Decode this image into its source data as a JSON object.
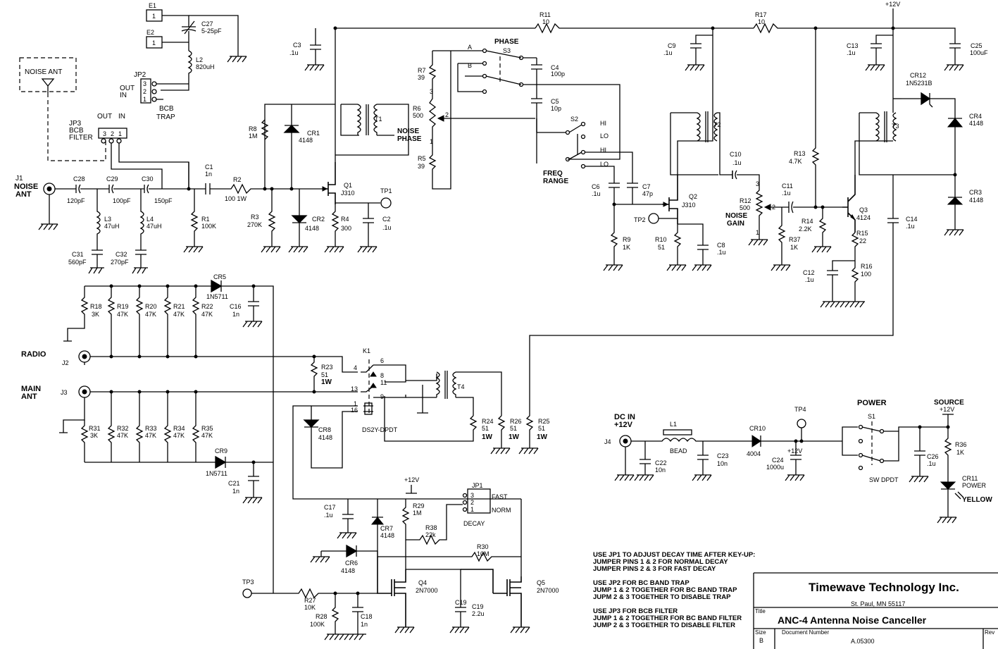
{
  "title_block": {
    "company": "Timewave Technology Inc.",
    "city": "St. Paul, MN 55117",
    "title_label": "Title",
    "title": "ANC-4 Antenna Noise Canceller",
    "size_label": "Size",
    "size": "B",
    "docnum_label": "Document Number",
    "docnum": "A.05300",
    "rev_label": "Rev"
  },
  "notes": [
    "USE JP1 TO ADJUST DECAY TIME AFTER KEY-UP:",
    "JUMPER PINS 1 & 2 FOR NORMAL DECAY",
    "JUMPER PINS 2 & 3 FOR FAST DECAY",
    "USE JP2 FOR BC BAND TRAP",
    "JUMP 1 & 2 TOGETHER FOR BC BAND TRAP",
    "JUPM 2 & 3 TOGETHER TO DISABLE TRAP",
    "USE JP3 FOR BCB FILTER",
    "JUMP 1 & 2 TOGETHER FOR BC BAND FILTER",
    "JUMP 2 & 3 TOGETHER TO DISABLE FILTER"
  ],
  "labels": {
    "noise_ant_box": "NOISE ANT",
    "j1_name": "J1",
    "j1_title": "NOISE",
    "j1_title2": "ANT",
    "jp3_name": "JP3",
    "jp3_t1": "BCB",
    "jp3_t2": "FILTER",
    "jp3_out": "OUT",
    "jp3_in": "IN",
    "jp2_name": "JP2",
    "jp2_out": "OUT",
    "jp2_in": "IN",
    "jp2_t1": "BCB",
    "jp2_t2": "TRAP",
    "e1": "E1",
    "e2": "E2",
    "one": "1",
    "c27": "C27",
    "c27v": "5-25pF",
    "l2": "L2",
    "l2v": "820uH",
    "c1": "C1",
    "c1v": "1n",
    "r2": "R2",
    "r2v": "100 1W",
    "r1": "R1",
    "r1v": "100K",
    "r8": "R8",
    "r8v": "1M",
    "cr1": "CR1",
    "cr1v": "4148",
    "r3": "R3",
    "r3v": "270K",
    "cr2": "CR2",
    "cr2v": "4148",
    "r4": "R4",
    "r4v": "300",
    "q1": "Q1",
    "q1v": "J310",
    "tp1": "TP1",
    "c2": "C2",
    "c2v": ".1u",
    "c3": "C3",
    "c3v": ".1u",
    "t1": "T1",
    "r11": "R11",
    "r11v": "10",
    "phase": "PHASE",
    "s3": "S3",
    "r7": "R7",
    "r7v": "39",
    "r6": "R6",
    "r6v": "500",
    "r5": "R5",
    "r5v": "39",
    "noise_phase1": "NOISE",
    "noise_phase2": "PHASE",
    "c4": "C4",
    "c4v": "100p",
    "c5": "C5",
    "c5v": "10p",
    "s2": "S2",
    "hi": "HI",
    "lo": "LO",
    "freq1": "FREQ",
    "freq2": "RANGE",
    "c6": "C6",
    "c6v": ".1u",
    "c7": "C7",
    "c7v": "47p",
    "r9": "R9",
    "r9v": "1K",
    "tp2": "TP2",
    "r10": "R10",
    "r10v": "51",
    "c8": "C8",
    "c8v": ".1u",
    "q2": "Q2",
    "q2v": "J310",
    "t2": "T2",
    "c9": "C9",
    "c9v": ".1u",
    "r17": "R17",
    "r17v": "10",
    "c10": "C10",
    "c10v": ".1u",
    "r12": "R12",
    "r12v": "500",
    "noise_gain1": "NOISE",
    "noise_gain2": "GAIN",
    "r37": "R37",
    "r37v": "1K",
    "c11": "C11",
    "c11v": ".1u",
    "r13": "R13",
    "r13v": "4.7K",
    "r14": "R14",
    "r14v": "2.2K",
    "q3": "Q3",
    "q3v": "4124",
    "r15": "R15",
    "r15v": "22",
    "c12": "C12",
    "c12v": ".1u",
    "r16": "R16",
    "r16v": "100",
    "t3": "T3",
    "c13": "C13",
    "c13v": ".1u",
    "plus12": "+12V",
    "c25": "C25",
    "c25v": "100uF",
    "cr12": "CR12",
    "cr12v": "1N5231B",
    "cr4": "CR4",
    "cr4v": "4148",
    "cr3": "CR3",
    "cr3v": "4148",
    "c14": "C14",
    "c14v": ".1u",
    "c28": "C28",
    "c28v": "120pF",
    "c29": "C29",
    "c29v": "100pF",
    "c30": "C30",
    "c30v": "150pF",
    "l3": "L3",
    "l3v": "47uH",
    "l4": "L4",
    "l4v": "47uH",
    "c31": "C31",
    "c31v": "560pF",
    "c32": "C32",
    "c32v": "270pF",
    "cr5": "CR5",
    "cr5v": "1N5711",
    "c16": "C16",
    "c16v": "1n",
    "radio": "RADIO",
    "j2": "J2",
    "main1": "MAIN",
    "main2": "ANT",
    "j3": "J3",
    "r18": "R18",
    "r18v": "3K",
    "r19": "R19",
    "r19v": "47K",
    "r20": "R20",
    "r20v": "47K",
    "r21": "R21",
    "r21v": "47K",
    "r22": "R22",
    "r22v": "47K",
    "r31": "R31",
    "r31v": "3K",
    "r32": "R32",
    "r32v": "47K",
    "r33": "R33",
    "r33v": "47K",
    "r34": "R34",
    "r34v": "47K",
    "r35": "R35",
    "r35v": "47K",
    "cr9": "CR9",
    "cr9v": "1N5711",
    "c21": "C21",
    "c21v": "1n",
    "k1": "K1",
    "r23": "R23",
    "r23v": "51",
    "r23w": "1W",
    "pin4": "4",
    "pin6": "6",
    "pin8": "8",
    "pin11": "11",
    "pin13": "13",
    "pin9": "9",
    "pin1": "1",
    "pin16": "16",
    "t4": "T4",
    "ds2y": "DS2Y-DPDT",
    "cr8": "CR8",
    "cr8v": "4148",
    "r24": "R24",
    "r24v": "51",
    "r24w": "1W",
    "r26": "R26",
    "r26v": "51",
    "r26w": "1W",
    "r25": "R25",
    "r25v": "51",
    "r25w": "1W",
    "c17": "C17",
    "c17v": ".1u",
    "cr7": "CR7",
    "cr7v": "4148",
    "r29": "R29",
    "r29v": "1M",
    "jp1": "JP1",
    "fast": "FAST",
    "norm": "NORM",
    "decay": "DECAY",
    "r38": "R38",
    "r38v": "22k",
    "cr6": "CR6",
    "cr6v": "4148",
    "r30": "R30",
    "r30v": "10M",
    "q4": "Q4",
    "q4v": "2N7000",
    "q5": "Q5",
    "q5v": "2N7000",
    "c19": "C19",
    "c19v": "2.2u",
    "tp3": "TP3",
    "r27": "R27",
    "r27v": "10K",
    "r28": "R28",
    "r28v": "100K",
    "c18": "C18",
    "c18v": "1n",
    "dcin1": "DC IN",
    "dcin2": "+12V",
    "j4": "J4",
    "l1": "L1",
    "bead": "BEAD",
    "c22": "C22",
    "c22v": "10n",
    "c23": "C23",
    "c23v": "10n",
    "cr10": "CR10",
    "cr10v": "4004",
    "tp4": "TP4",
    "c24": "C24",
    "c24v": "1000u",
    "power": "POWER",
    "s1": "S1",
    "swdpdt": "SW DPDT",
    "source": "SOURCE",
    "c26": "C26",
    "c26v": ".1u",
    "r36": "R36",
    "r36v": "1K",
    "cr11": "CR11",
    "cr11v": "POWER",
    "yellow": "YELLOW",
    "p1": "1",
    "p2": "2",
    "p3": "3",
    "a": "A",
    "bsw": "B"
  }
}
